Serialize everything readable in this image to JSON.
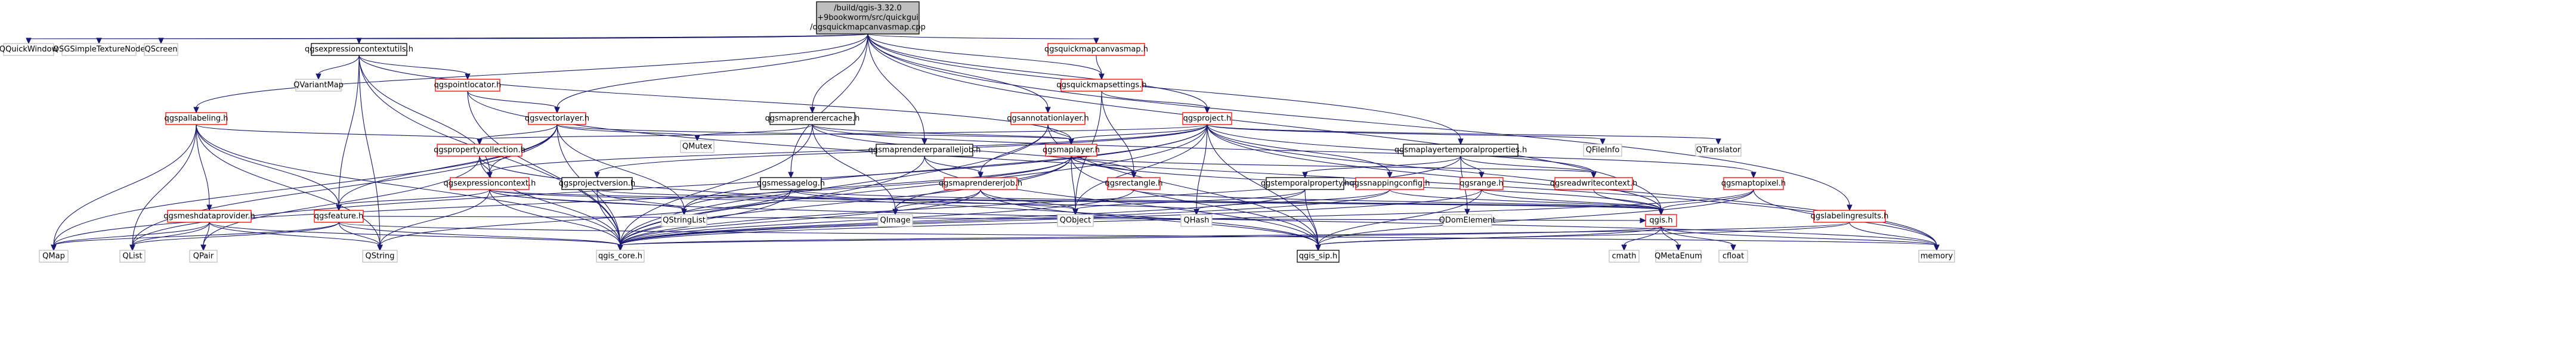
{
  "colors": {
    "edge": "#191970",
    "focus_fill": "#bfbfbf",
    "focus_border": "#000000",
    "red_border": "#ff0000",
    "gray_border": "#bfbfbf",
    "black_border": "#000000",
    "fill": "#ffffff",
    "text": "#000000"
  },
  "nodes": [
    {
      "id": "root",
      "lines": [
        "/build/qgis-3.32.0",
        "+9bookworm/src/quickgui",
        "/qgsquickmapcanvasmap.cpp"
      ],
      "style": "focus"
    },
    {
      "id": "qquickwindow",
      "lines": [
        "QQuickWindow"
      ],
      "style": "gray"
    },
    {
      "id": "qsgsimpletexturenode",
      "lines": [
        "QSGSimpleTextureNode"
      ],
      "style": "gray"
    },
    {
      "id": "qscreen",
      "lines": [
        "QScreen"
      ],
      "style": "gray"
    },
    {
      "id": "qgsexpressioncontextutils_h",
      "lines": [
        "qgsexpressioncontextutils.h"
      ],
      "style": "black"
    },
    {
      "id": "qgsquickmapcanvasmap_h",
      "lines": [
        "qgsquickmapcanvasmap.h"
      ],
      "style": "red"
    },
    {
      "id": "qvariantmap",
      "lines": [
        "QVariantMap"
      ],
      "style": "gray"
    },
    {
      "id": "qgspointlocator_h",
      "lines": [
        "qgspointlocator.h"
      ],
      "style": "red"
    },
    {
      "id": "qgsquickmapsettings_h",
      "lines": [
        "qgsquickmapsettings.h"
      ],
      "style": "red"
    },
    {
      "id": "qgspallabeling_h",
      "lines": [
        "qgspallabeling.h"
      ],
      "style": "red"
    },
    {
      "id": "qgsvectorlayer_h",
      "lines": [
        "qgsvectorlayer.h"
      ],
      "style": "red"
    },
    {
      "id": "qgsmaprenderercache_h",
      "lines": [
        "qgsmaprenderercache.h"
      ],
      "style": "black"
    },
    {
      "id": "qgsannotationlayer_h",
      "lines": [
        "qgsannotationlayer.h"
      ],
      "style": "red"
    },
    {
      "id": "qgsproject_h",
      "lines": [
        "qgsproject.h"
      ],
      "style": "red"
    },
    {
      "id": "qmutex",
      "lines": [
        "QMutex"
      ],
      "style": "gray"
    },
    {
      "id": "qgspropertycollection_h",
      "lines": [
        "qgspropertycollection.h"
      ],
      "style": "red"
    },
    {
      "id": "qgsmaprendererparalleljob_h",
      "lines": [
        "qgsmaprendererparalleljob.h"
      ],
      "style": "black"
    },
    {
      "id": "qgsmaplayer_h",
      "lines": [
        "qgsmaplayer.h"
      ],
      "style": "red"
    },
    {
      "id": "qfileinfo",
      "lines": [
        "QFileInfo"
      ],
      "style": "gray"
    },
    {
      "id": "qtranslator",
      "lines": [
        "QTranslator"
      ],
      "style": "gray"
    },
    {
      "id": "qgsmaplayertemporalproperties_h",
      "lines": [
        "qgsmaplayertemporalproperties.h"
      ],
      "style": "black"
    },
    {
      "id": "qgsexpressioncontext_h",
      "lines": [
        "qgsexpressioncontext.h"
      ],
      "style": "red"
    },
    {
      "id": "qgsprojectversion_h",
      "lines": [
        "qgsprojectversion.h"
      ],
      "style": "black"
    },
    {
      "id": "qgsmessagelog_h",
      "lines": [
        "qgsmessagelog.h"
      ],
      "style": "black"
    },
    {
      "id": "qgsmaprendererjob_h",
      "lines": [
        "qgsmaprendererjob.h"
      ],
      "style": "red"
    },
    {
      "id": "qgsrectangle_h",
      "lines": [
        "qgsrectangle.h"
      ],
      "style": "red"
    },
    {
      "id": "qgstemporalproperty_h",
      "lines": [
        "qgstemporalproperty.h"
      ],
      "style": "black"
    },
    {
      "id": "qgssnappingconfig_h",
      "lines": [
        "qgssnappingconfig.h"
      ],
      "style": "red"
    },
    {
      "id": "qgsrange_h",
      "lines": [
        "qgsrange.h"
      ],
      "style": "red"
    },
    {
      "id": "qgsreadwritecontext_h",
      "lines": [
        "qgsreadwritecontext.h"
      ],
      "style": "red"
    },
    {
      "id": "qgsmaptopixel_h",
      "lines": [
        "qgsmaptopixel.h"
      ],
      "style": "red"
    },
    {
      "id": "qgslabelingresults_h",
      "lines": [
        "qgslabelingresults.h"
      ],
      "style": "red"
    },
    {
      "id": "qgsmeshdataprovider_h",
      "lines": [
        "qgsmeshdataprovider.h"
      ],
      "style": "red"
    },
    {
      "id": "qgsfeature_h",
      "lines": [
        "qgsfeature.h"
      ],
      "style": "red"
    },
    {
      "id": "qimage",
      "lines": [
        "QImage"
      ],
      "style": "gray"
    },
    {
      "id": "qobject",
      "lines": [
        "QObject"
      ],
      "style": "gray"
    },
    {
      "id": "qhash",
      "lines": [
        "QHash"
      ],
      "style": "gray"
    },
    {
      "id": "qdomelement",
      "lines": [
        "QDomElement"
      ],
      "style": "gray"
    },
    {
      "id": "qgis_h",
      "lines": [
        "qgis.h"
      ],
      "style": "red"
    },
    {
      "id": "qstringlist",
      "lines": [
        "QStringList"
      ],
      "style": "gray"
    },
    {
      "id": "qmap",
      "lines": [
        "QMap"
      ],
      "style": "gray"
    },
    {
      "id": "qlist",
      "lines": [
        "QList"
      ],
      "style": "gray"
    },
    {
      "id": "qpair",
      "lines": [
        "QPair"
      ],
      "style": "gray"
    },
    {
      "id": "qstring",
      "lines": [
        "QString"
      ],
      "style": "gray"
    },
    {
      "id": "qgis_core_h",
      "lines": [
        "qgis_core.h"
      ],
      "style": "gray"
    },
    {
      "id": "qgis_sip_h",
      "lines": [
        "qgis_sip.h"
      ],
      "style": "black"
    },
    {
      "id": "cmath",
      "lines": [
        "cmath"
      ],
      "style": "gray"
    },
    {
      "id": "qmetaenum",
      "lines": [
        "QMetaEnum"
      ],
      "style": "gray"
    },
    {
      "id": "cfloat",
      "lines": [
        "cfloat"
      ],
      "style": "gray"
    },
    {
      "id": "memory",
      "lines": [
        "memory"
      ],
      "style": "gray"
    }
  ],
  "edges": [
    [
      "root",
      "qquickwindow"
    ],
    [
      "root",
      "qsgsimpletexturenode"
    ],
    [
      "root",
      "qscreen"
    ],
    [
      "root",
      "qgsexpressioncontextutils_h"
    ],
    [
      "root",
      "qgsquickmapcanvasmap_h"
    ],
    [
      "root",
      "qgspallabeling_h"
    ],
    [
      "root",
      "qgsvectorlayer_h"
    ],
    [
      "root",
      "qgsmaprenderercache_h"
    ],
    [
      "root",
      "qgsannotationlayer_h"
    ],
    [
      "root",
      "qgsproject_h"
    ],
    [
      "root",
      "qgsmaprendererparalleljob_h"
    ],
    [
      "root",
      "qgsmessagelog_h"
    ],
    [
      "root",
      "qgsmaplayertemporalproperties_h"
    ],
    [
      "root",
      "qgslabelingresults_h"
    ],
    [
      "root",
      "qgsquickmapsettings_h"
    ],
    [
      "root",
      "qgis_h"
    ],
    [
      "qgsexpressioncontextutils_h",
      "qvariantmap"
    ],
    [
      "qgsexpressioncontextutils_h",
      "qgspointlocator_h"
    ],
    [
      "qgsexpressioncontextutils_h",
      "qgsfeature_h"
    ],
    [
      "qgsexpressioncontextutils_h",
      "qgis_core_h"
    ],
    [
      "qgsexpressioncontextutils_h",
      "qgsexpressioncontext_h"
    ],
    [
      "qgsexpressioncontextutils_h",
      "qstring"
    ],
    [
      "qgsexpressioncontextutils_h",
      "qgsmaplayer_h"
    ],
    [
      "qgsquickmapcanvasmap_h",
      "qgsquickmapsettings_h"
    ],
    [
      "qgsquickmapsettings_h",
      "qgsproject_h"
    ],
    [
      "qgsquickmapsettings_h",
      "qgsrectangle_h"
    ],
    [
      "qgsquickmapsettings_h",
      "qobject"
    ],
    [
      "qgspointlocator_h",
      "qgsvectorlayer_h"
    ],
    [
      "qgspointlocator_h",
      "qgis_core_h"
    ],
    [
      "qgspointlocator_h",
      "memory"
    ],
    [
      "qgspallabeling_h",
      "qgspropertycollection_h"
    ],
    [
      "qgspallabeling_h",
      "qgsfeature_h"
    ],
    [
      "qgspallabeling_h",
      "qgsmeshdataprovider_h"
    ],
    [
      "qgspallabeling_h",
      "qlist"
    ],
    [
      "qgspallabeling_h",
      "qmap"
    ],
    [
      "qgspallabeling_h",
      "qgis_core_h"
    ],
    [
      "qgspallabeling_h",
      "qstring"
    ],
    [
      "qgsvectorlayer_h",
      "qgsmaplayer_h"
    ],
    [
      "qgsvectorlayer_h",
      "qgsfeature_h"
    ],
    [
      "qgsvectorlayer_h",
      "qgis_core_h"
    ],
    [
      "qgsvectorlayer_h",
      "qmap"
    ],
    [
      "qgsvectorlayer_h",
      "qlist"
    ],
    [
      "qgsvectorlayer_h",
      "qstringlist"
    ],
    [
      "qgsvectorlayer_h",
      "qmutex"
    ],
    [
      "qgsvectorlayer_h",
      "qgsexpressioncontext_h"
    ],
    [
      "qgsvectorlayer_h",
      "qgspropertycollection_h"
    ],
    [
      "qgsmaprenderercache_h",
      "qgsmaplayer_h"
    ],
    [
      "qgsmaprenderercache_h",
      "qmutex"
    ],
    [
      "qgsmaprenderercache_h",
      "qimage"
    ],
    [
      "qgsmaprenderercache_h",
      "qgis_core_h"
    ],
    [
      "qgsmaprenderercache_h",
      "qgsrectangle_h"
    ],
    [
      "qgsmaprenderercache_h",
      "qgsmaptopixel_h"
    ],
    [
      "qgsannotationlayer_h",
      "qgsmaplayer_h"
    ],
    [
      "qgsannotationlayer_h",
      "qgis_core_h"
    ],
    [
      "qgsannotationlayer_h",
      "qgis_sip_h"
    ],
    [
      "qgsannotationlayer_h",
      "qgsmaprendererjob_h"
    ],
    [
      "qgsproject_h",
      "qgsmaplayer_h"
    ],
    [
      "qgsproject_h",
      "qfileinfo"
    ],
    [
      "qgsproject_h",
      "qtranslator"
    ],
    [
      "qgsproject_h",
      "qgis_core_h"
    ],
    [
      "qgsproject_h",
      "qgis_sip_h"
    ],
    [
      "qgsproject_h",
      "qgsprojectversion_h"
    ],
    [
      "qgsproject_h",
      "qgssnappingconfig_h"
    ],
    [
      "qgsproject_h",
      "qgsexpressioncontext_h"
    ],
    [
      "qgsproject_h",
      "qgspropertycollection_h"
    ],
    [
      "qgsproject_h",
      "qgsreadwritecontext_h"
    ],
    [
      "qgsproject_h",
      "qgis_h"
    ],
    [
      "qgsproject_h",
      "memory"
    ],
    [
      "qgsproject_h",
      "qobject"
    ],
    [
      "qgsproject_h",
      "qhash"
    ],
    [
      "qgsproject_h",
      "qlist"
    ],
    [
      "qgsproject_h",
      "qstringlist"
    ],
    [
      "qgspropertycollection_h",
      "qgsexpressioncontext_h"
    ],
    [
      "qgspropertycollection_h",
      "qgis_core_h"
    ],
    [
      "qgspropertycollection_h",
      "qgis_sip_h"
    ],
    [
      "qgspropertycollection_h",
      "qpair"
    ],
    [
      "qgsmaprendererparalleljob_h",
      "qgsmaprendererjob_h"
    ],
    [
      "qgsmaprendererparalleljob_h",
      "qgis_core_h"
    ],
    [
      "qgsmaprendererparalleljob_h",
      "qgis_sip_h"
    ],
    [
      "qgsmaplayer_h",
      "qgsrectangle_h"
    ],
    [
      "qgsmaplayer_h",
      "qgsreadwritecontext_h"
    ],
    [
      "qgsmaplayer_h",
      "qobject"
    ],
    [
      "qgsmaplayer_h",
      "qimage"
    ],
    [
      "qgsmaplayer_h",
      "qgis_core_h"
    ],
    [
      "qgsmaplayer_h",
      "qgis_sip_h"
    ],
    [
      "qgsmaplayer_h",
      "qgis_h"
    ],
    [
      "qgsmaplayer_h",
      "qstringlist"
    ],
    [
      "qgsmaplayer_h",
      "qmap"
    ],
    [
      "qgsmaplayertemporalproperties_h",
      "qgstemporalproperty_h"
    ],
    [
      "qgsmaplayertemporalproperties_h",
      "qgsrange_h"
    ],
    [
      "qgsmaplayertemporalproperties_h",
      "qdomelement"
    ],
    [
      "qgsmaplayertemporalproperties_h",
      "qgis_core_h"
    ],
    [
      "qgsmaplayertemporalproperties_h",
      "qgsreadwritecontext_h"
    ],
    [
      "qgsexpressioncontext_h",
      "qgsfeature_h"
    ],
    [
      "qgsexpressioncontext_h",
      "qstringlist"
    ],
    [
      "qgsexpressioncontext_h",
      "qhash"
    ],
    [
      "qgsexpressioncontext_h",
      "qgis_core_h"
    ],
    [
      "qgsexpressioncontext_h",
      "qstring"
    ],
    [
      "qgsexpressioncontext_h",
      "memory"
    ],
    [
      "qgsexpressioncontext_h",
      "qgis_h"
    ],
    [
      "qgsprojectversion_h",
      "qstringlist"
    ],
    [
      "qgsprojectversion_h",
      "qgis_core_h"
    ],
    [
      "qgsprojectversion_h",
      "qgis_h"
    ],
    [
      "qgsmessagelog_h",
      "qstring"
    ],
    [
      "qgsmessagelog_h",
      "qobject"
    ],
    [
      "qgsmessagelog_h",
      "qgis_core_h"
    ],
    [
      "qgsmessagelog_h",
      "qgis_h"
    ],
    [
      "qgsmaprendererjob_h",
      "qimage"
    ],
    [
      "qgsmaprendererjob_h",
      "qgis_core_h"
    ],
    [
      "qgsmaprendererjob_h",
      "qgis_sip_h"
    ],
    [
      "qgsmaprendererjob_h",
      "qobject"
    ],
    [
      "qgsrectangle_h",
      "qgis_core_h"
    ],
    [
      "qgsrectangle_h",
      "qgis_h"
    ],
    [
      "qgstemporalproperty_h",
      "qgis_core_h"
    ],
    [
      "qgstemporalproperty_h",
      "qgis_sip_h"
    ],
    [
      "qgstemporalproperty_h",
      "qobject"
    ],
    [
      "qgssnappingconfig_h",
      "qgis_core_h"
    ],
    [
      "qgssnappingconfig_h",
      "qgis_h"
    ],
    [
      "qgssnappingconfig_h",
      "qhash"
    ],
    [
      "qgsrange_h",
      "qgis_sip_h"
    ],
    [
      "qgsrange_h",
      "qgis_core_h"
    ],
    [
      "qgsrange_h",
      "qgis_h"
    ],
    [
      "qgsreadwritecontext_h",
      "qgis_h"
    ],
    [
      "qgsmaptopixel_h",
      "qgis_h"
    ],
    [
      "qgsmaptopixel_h",
      "qgis_core_h"
    ],
    [
      "qgsmaptopixel_h",
      "qgis_sip_h"
    ],
    [
      "qgsmaptopixel_h",
      "memory"
    ],
    [
      "qgslabelingresults_h",
      "qgis_core_h"
    ],
    [
      "qgslabelingresults_h",
      "qgis_sip_h"
    ],
    [
      "qgslabelingresults_h",
      "memory"
    ],
    [
      "qgsmeshdataprovider_h",
      "qgis_core_h"
    ],
    [
      "qgsmeshdataprovider_h",
      "qstring"
    ],
    [
      "qgsmeshdataprovider_h",
      "qmap"
    ],
    [
      "qgsmeshdataprovider_h",
      "qlist"
    ],
    [
      "qgsmeshdataprovider_h",
      "qpair"
    ],
    [
      "qgsfeature_h",
      "qgis_core_h"
    ],
    [
      "qgsfeature_h",
      "qmap"
    ],
    [
      "qgsfeature_h",
      "qstring"
    ],
    [
      "qgsfeature_h",
      "qlist"
    ],
    [
      "qgsfeature_h",
      "memory"
    ],
    [
      "qgsfeature_h",
      "qgis_h"
    ],
    [
      "qgis_h",
      "qmetaenum"
    ],
    [
      "qgis_h",
      "cfloat"
    ],
    [
      "qgis_h",
      "memory"
    ],
    [
      "qgis_h",
      "cmath"
    ],
    [
      "qgis_h",
      "qgis_core_h"
    ],
    [
      "qgis_h",
      "qgis_sip_h"
    ]
  ]
}
